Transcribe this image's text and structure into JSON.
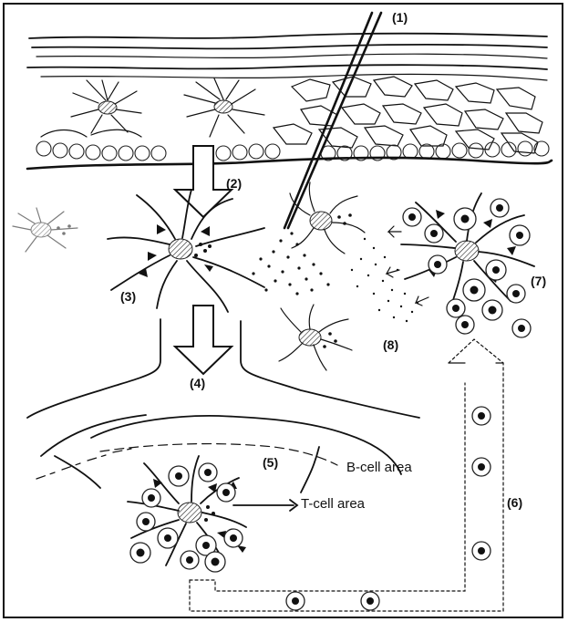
{
  "labels": {
    "l1": "(1)",
    "l2": "(2)",
    "l3": "(3)",
    "l4": "(4)",
    "l5": "(5)",
    "l6": "(6)",
    "l7": "(7)",
    "l8": "(8)"
  },
  "areas": {
    "b_cell": "B-cell area",
    "t_cell": "T-cell area"
  }
}
